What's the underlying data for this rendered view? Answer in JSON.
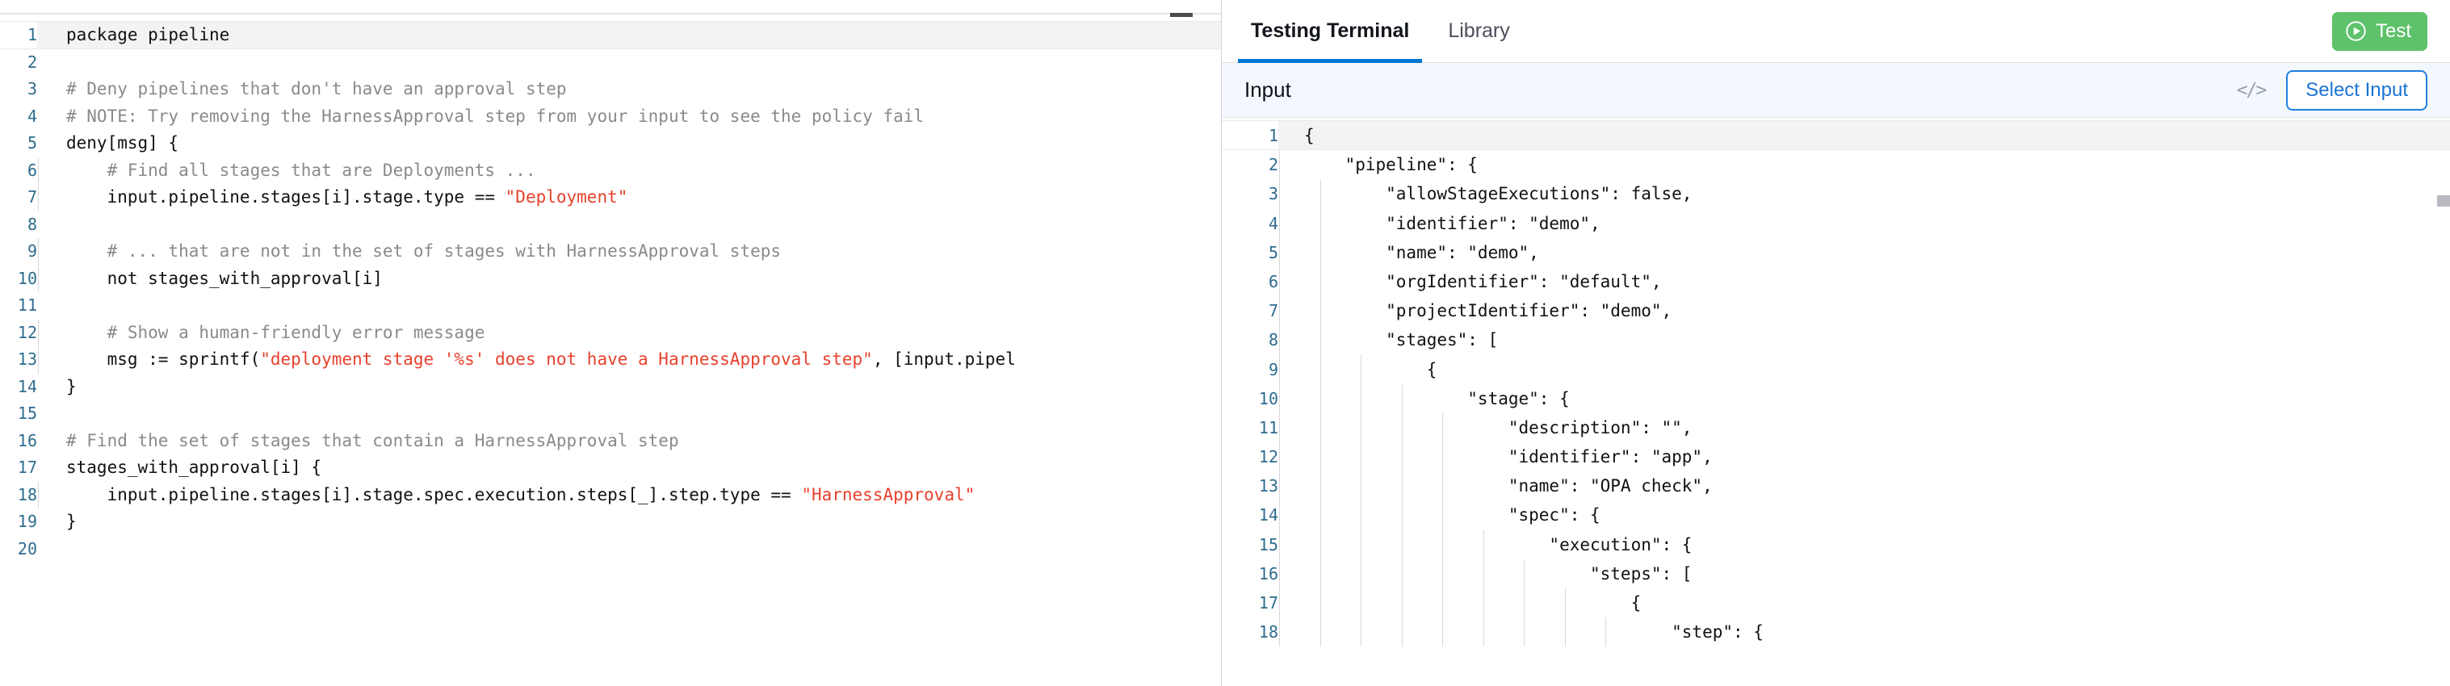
{
  "editor": {
    "name": "policy-editor",
    "language": "rego",
    "active_line": 1,
    "total_lines": 20,
    "minimize_icon": "minimize-icon",
    "lines": [
      {
        "n": 1,
        "tokens": [
          {
            "t": "code",
            "v": "package pipeline"
          }
        ],
        "indent_guides": 0
      },
      {
        "n": 2,
        "tokens": [],
        "indent_guides": 0
      },
      {
        "n": 3,
        "tokens": [
          {
            "t": "comment",
            "v": "# Deny pipelines that don't have an approval step"
          }
        ],
        "indent_guides": 0
      },
      {
        "n": 4,
        "tokens": [
          {
            "t": "comment",
            "v": "# NOTE: Try removing the HarnessApproval step from your input to see the policy fail"
          }
        ],
        "indent_guides": 0
      },
      {
        "n": 5,
        "tokens": [
          {
            "t": "code",
            "v": "deny[msg] {"
          }
        ],
        "indent_guides": 0
      },
      {
        "n": 6,
        "tokens": [
          {
            "t": "comment",
            "v": "    # Find all stages that are Deployments ..."
          }
        ],
        "indent_guides": 1
      },
      {
        "n": 7,
        "tokens": [
          {
            "t": "code",
            "v": "    input.pipeline.stages[i].stage.type == "
          },
          {
            "t": "string",
            "v": "\"Deployment\""
          }
        ],
        "indent_guides": 1
      },
      {
        "n": 8,
        "tokens": [],
        "indent_guides": 1
      },
      {
        "n": 9,
        "tokens": [
          {
            "t": "comment",
            "v": "    # ... that are not in the set of stages with HarnessApproval steps"
          }
        ],
        "indent_guides": 1
      },
      {
        "n": 10,
        "tokens": [
          {
            "t": "code",
            "v": "    not stages_with_approval[i]"
          }
        ],
        "indent_guides": 1
      },
      {
        "n": 11,
        "tokens": [],
        "indent_guides": 1
      },
      {
        "n": 12,
        "tokens": [
          {
            "t": "comment",
            "v": "    # Show a human-friendly error message"
          }
        ],
        "indent_guides": 1
      },
      {
        "n": 13,
        "tokens": [
          {
            "t": "code",
            "v": "    msg := sprintf("
          },
          {
            "t": "string",
            "v": "\"deployment stage '%s' does not have a HarnessApproval step\""
          },
          {
            "t": "code",
            "v": ", [input.pipel"
          }
        ],
        "indent_guides": 1
      },
      {
        "n": 14,
        "tokens": [
          {
            "t": "code",
            "v": "}"
          }
        ],
        "indent_guides": 0
      },
      {
        "n": 15,
        "tokens": [],
        "indent_guides": 0
      },
      {
        "n": 16,
        "tokens": [
          {
            "t": "comment",
            "v": "# Find the set of stages that contain a HarnessApproval step"
          }
        ],
        "indent_guides": 0
      },
      {
        "n": 17,
        "tokens": [
          {
            "t": "code",
            "v": "stages_with_approval[i] {"
          }
        ],
        "indent_guides": 0
      },
      {
        "n": 18,
        "tokens": [
          {
            "t": "code",
            "v": "    input.pipeline.stages[i].stage.spec.execution.steps[_].step.type == "
          },
          {
            "t": "string",
            "v": "\"HarnessApproval\""
          }
        ],
        "indent_guides": 1
      },
      {
        "n": 19,
        "tokens": [
          {
            "t": "code",
            "v": "}"
          }
        ],
        "indent_guides": 0
      },
      {
        "n": 20,
        "tokens": [],
        "indent_guides": 0
      }
    ]
  },
  "terminal": {
    "tabs": [
      {
        "label": "Testing Terminal",
        "active": true
      },
      {
        "label": "Library",
        "active": false
      }
    ],
    "test_button": {
      "label": "Test",
      "icon": "play-circle-icon",
      "color": "#5dc26a"
    },
    "input_bar": {
      "label": "Input",
      "code_icon": "angle-brackets-icon",
      "select_input_label": "Select Input",
      "accent": "#1a73d4"
    },
    "input_editor": {
      "name": "json-input-editor",
      "language": "json",
      "active_line": 1,
      "lines": [
        {
          "n": 1,
          "text": "{",
          "guides": 0
        },
        {
          "n": 2,
          "text": "    \"pipeline\": {",
          "guides": 1
        },
        {
          "n": 3,
          "text": "        \"allowStageExecutions\": false,",
          "guides": 2
        },
        {
          "n": 4,
          "text": "        \"identifier\": \"demo\",",
          "guides": 2
        },
        {
          "n": 5,
          "text": "        \"name\": \"demo\",",
          "guides": 2
        },
        {
          "n": 6,
          "text": "        \"orgIdentifier\": \"default\",",
          "guides": 2
        },
        {
          "n": 7,
          "text": "        \"projectIdentifier\": \"demo\",",
          "guides": 2
        },
        {
          "n": 8,
          "text": "        \"stages\": [",
          "guides": 2
        },
        {
          "n": 9,
          "text": "            {",
          "guides": 3
        },
        {
          "n": 10,
          "text": "                \"stage\": {",
          "guides": 4
        },
        {
          "n": 11,
          "text": "                    \"description\": \"\",",
          "guides": 5
        },
        {
          "n": 12,
          "text": "                    \"identifier\": \"app\",",
          "guides": 5
        },
        {
          "n": 13,
          "text": "                    \"name\": \"OPA check\",",
          "guides": 5
        },
        {
          "n": 14,
          "text": "                    \"spec\": {",
          "guides": 5
        },
        {
          "n": 15,
          "text": "                        \"execution\": {",
          "guides": 6
        },
        {
          "n": 16,
          "text": "                            \"steps\": [",
          "guides": 7
        },
        {
          "n": 17,
          "text": "                                {",
          "guides": 8
        },
        {
          "n": 18,
          "text": "                                    \"step\": {",
          "guides": 9
        }
      ]
    }
  }
}
